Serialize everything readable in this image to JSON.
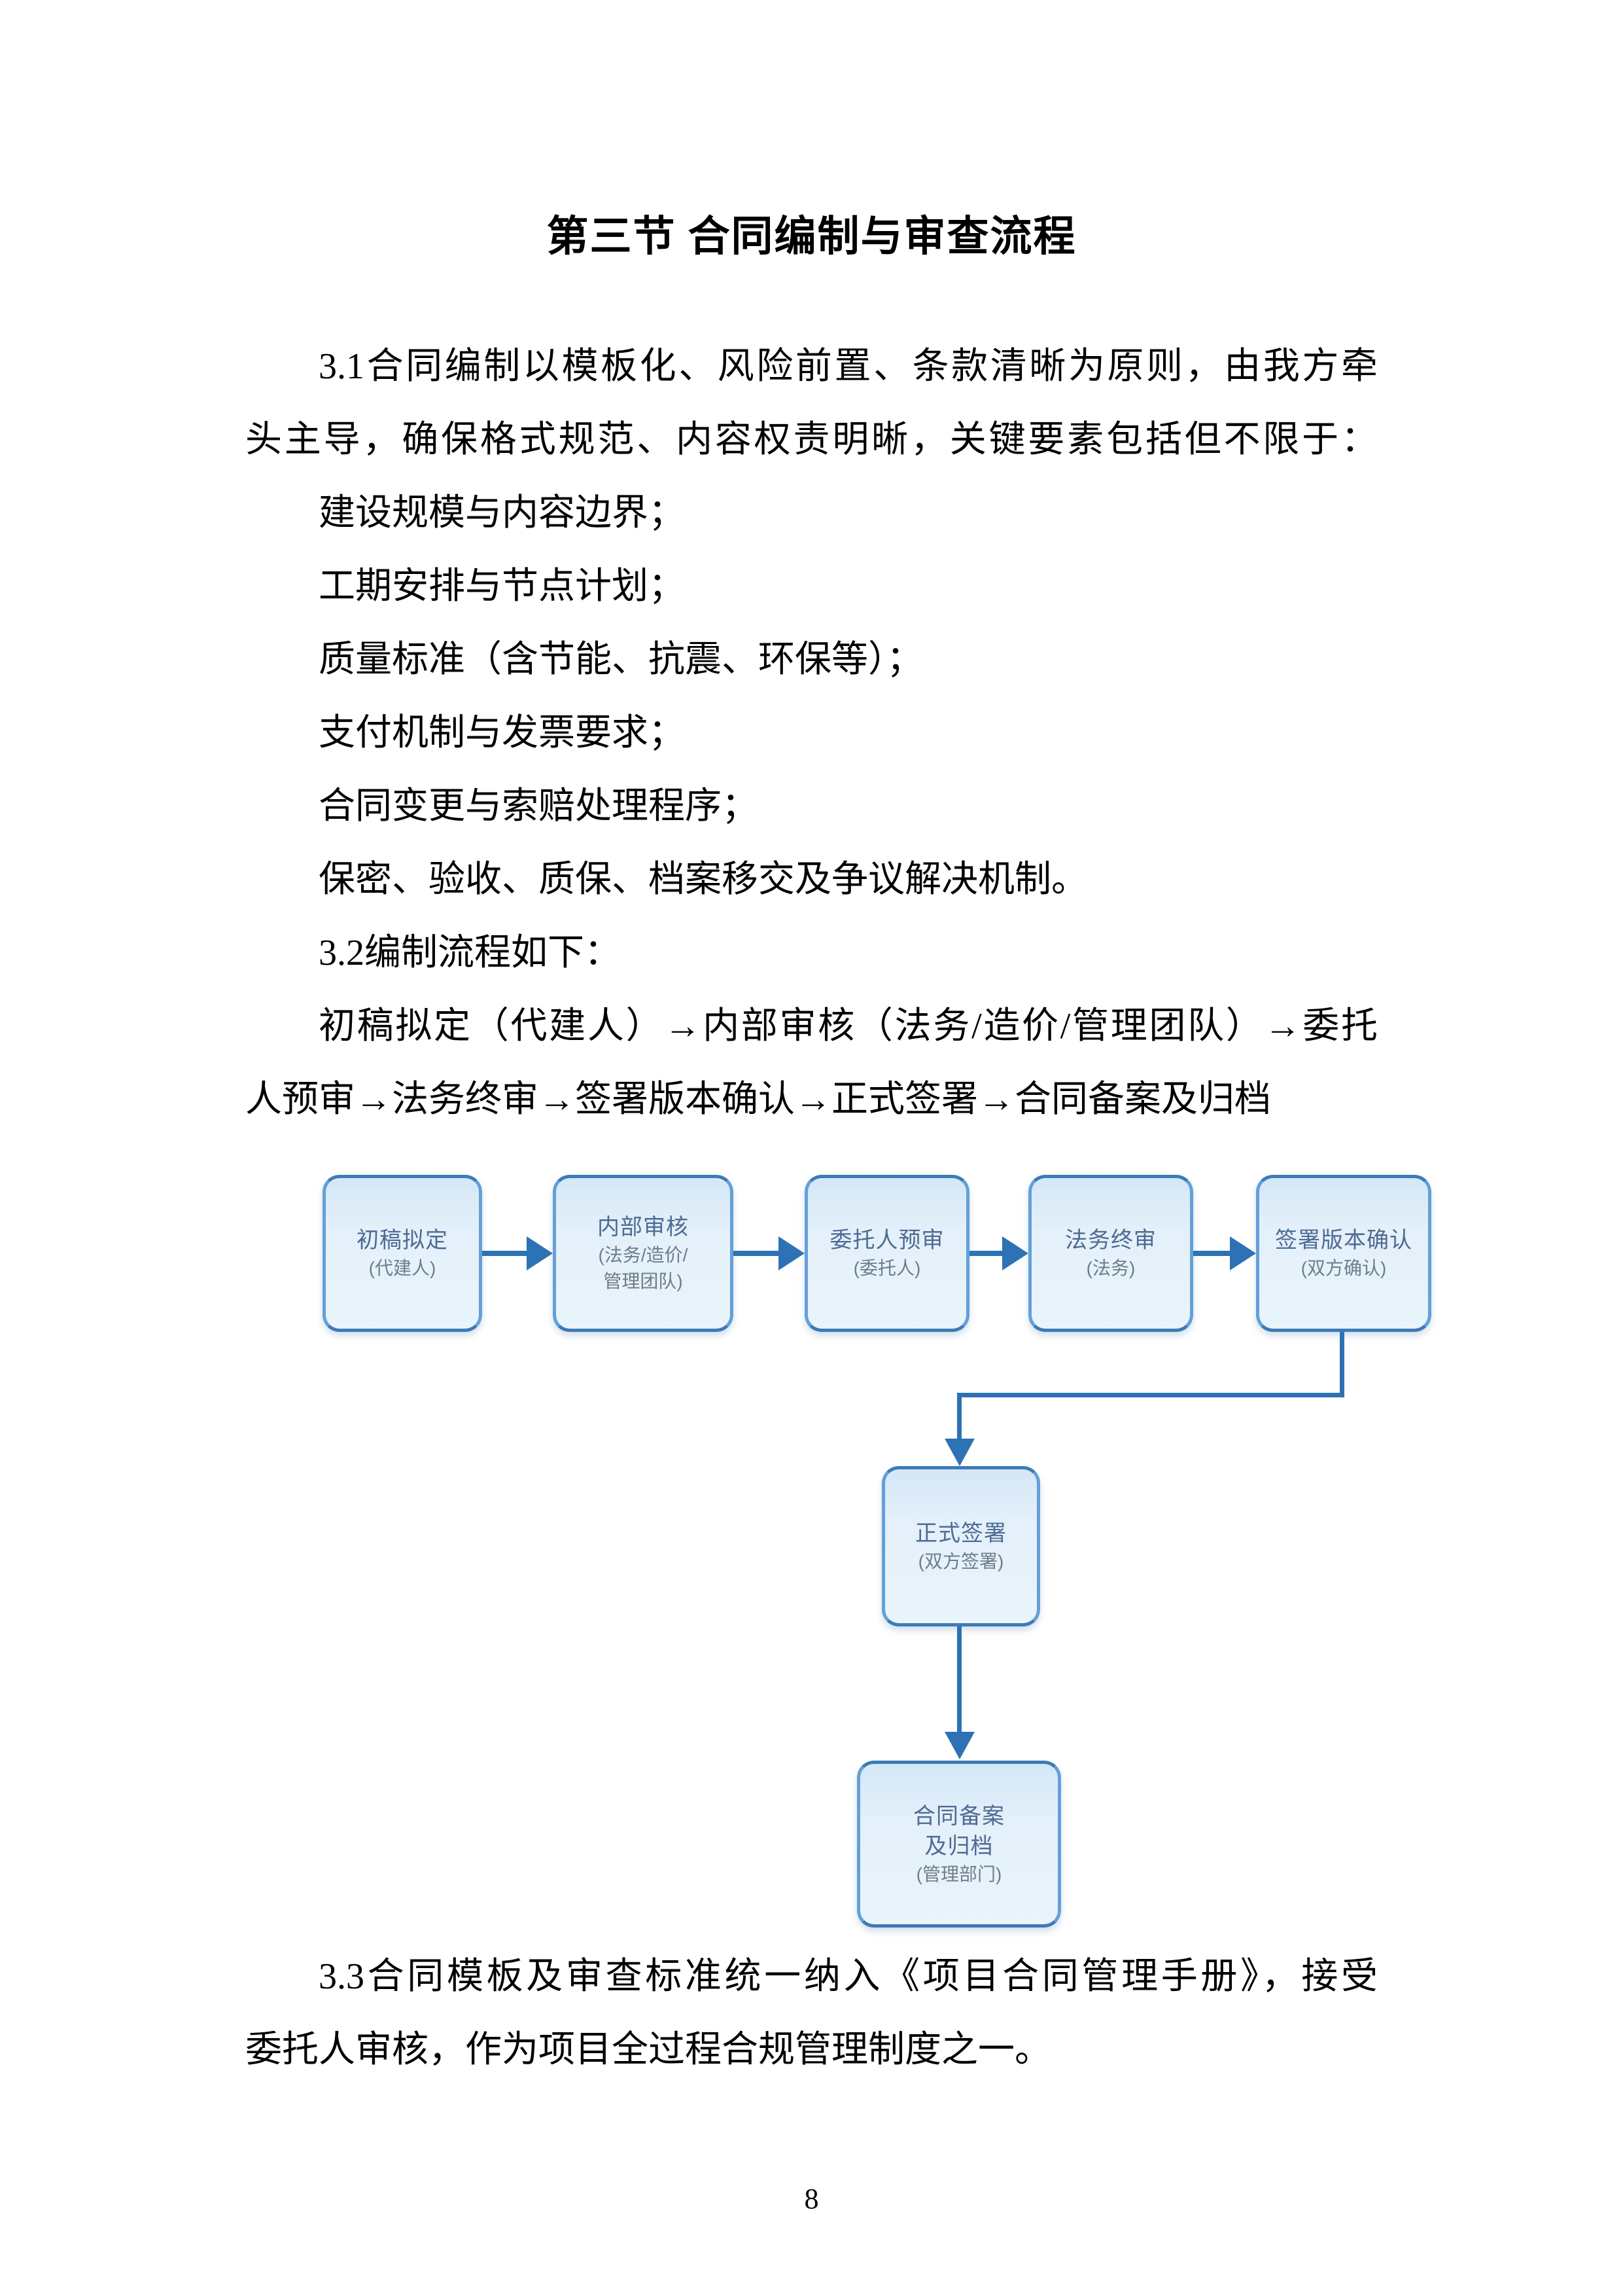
{
  "document": {
    "title": "第三节 合同编制与审查流程",
    "page_number": "8"
  },
  "body": {
    "lines": [
      "3.1合同编制以模板化、风险前置、条款清晰为原则，由我方牵",
      "头主导，确保格式规范、内容权责明晰，关键要素包括但不限于：",
      "建设规模与内容边界；",
      "工期安排与节点计划；",
      "质量标准（含节能、抗震、环保等）；",
      "支付机制与发票要求；",
      "合同变更与索赔处理程序；",
      "保密、验收、质保、档案移交及争议解决机制。",
      "3.2编制流程如下：",
      "初稿拟定（代建人）→内部审核（法务/造价/管理团队）→委托",
      "人预审→法务终审→签署版本确认→正式签署→合同备案及归档"
    ],
    "closing_lines": [
      "3.3合同模板及审查标准统一纳入《项目合同管理手册》，接受",
      "委托人审核，作为项目全过程合规管理制度之一。"
    ]
  },
  "flowchart": {
    "nodes": [
      {
        "label": "初稿拟定",
        "sub1": "(代建人)"
      },
      {
        "label": "内部审核",
        "sub1": "(法务/造价/",
        "sub2": "管理团队)"
      },
      {
        "label": "委托人预审",
        "sub1": "(委托人)"
      },
      {
        "label": "法务终审",
        "sub1": "(法务)"
      },
      {
        "label": "签署版本确认",
        "sub1": "(双方确认)"
      },
      {
        "label": "正式签署",
        "sub1": "(双方签署)"
      },
      {
        "label": "合同备案",
        "label2": "及归档",
        "sub1": "(管理部门)"
      }
    ],
    "colors": {
      "box_fill": "#e4f0fa",
      "box_border": "#3d7ab8",
      "arrow": "#2c72b4",
      "label_text": "#4e6b92",
      "sub_text": "#6e7c8b"
    }
  }
}
